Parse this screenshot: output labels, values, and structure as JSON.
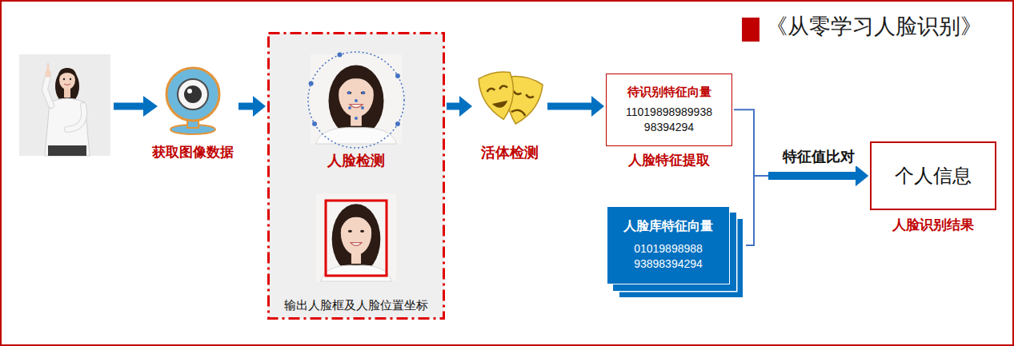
{
  "diagram": {
    "title": "《从零学习人脸识别》",
    "nodes": [
      {
        "text": [
          "获取图像数据"
        ]
      },
      {
        "text": [
          "人脸检测",
          "输出人脸框及人脸位置坐标"
        ]
      },
      {
        "text": [
          "活体检测"
        ]
      },
      {
        "text": [
          "待识别特征向量",
          "11019898989938 98394294",
          "人脸特征提取"
        ]
      },
      {
        "text": [
          "人脸库特征向量",
          "01019898988 93898394294"
        ]
      },
      {
        "text": [
          "个人信息",
          "人脸识别结果"
        ]
      }
    ],
    "edges": [
      {
        "from": 0,
        "to": 1,
        "arrow": "to"
      },
      {
        "from": 1,
        "to": 2,
        "arrow": "to"
      },
      {
        "from": 2,
        "to": 3,
        "arrow": "to"
      },
      {
        "from": 3,
        "to": 5,
        "arrow": "to",
        "label": "特征值比对"
      },
      {
        "from": 4,
        "to": 5,
        "arrow": "to"
      }
    ]
  }
}
